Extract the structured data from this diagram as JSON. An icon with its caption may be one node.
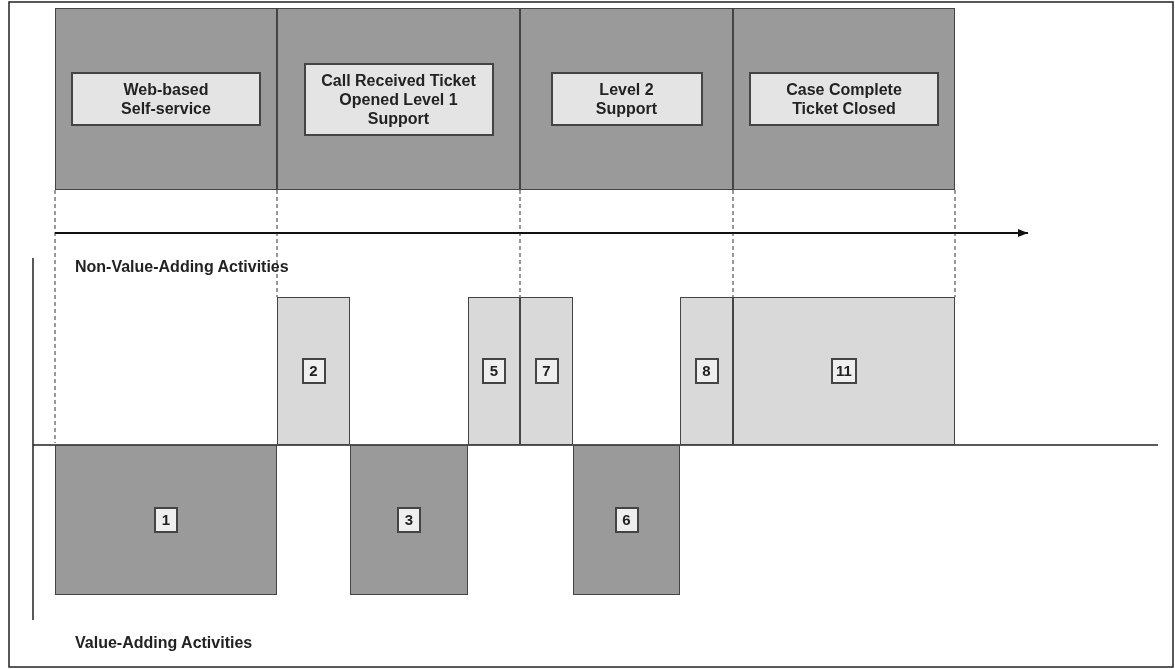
{
  "diagram": {
    "nodes": [
      {
        "text": [
          "Web-based Self-service"
        ]
      },
      {
        "text": [
          "Call Received Ticket Opened Level 1 Support"
        ]
      },
      {
        "text": [
          "Level 2 Support"
        ]
      },
      {
        "text": [
          "Case Complete Ticket Closed"
        ]
      },
      {
        "text": [
          "1"
        ]
      },
      {
        "text": [
          "2"
        ]
      },
      {
        "text": [
          "3"
        ]
      },
      {
        "text": [
          "5"
        ]
      },
      {
        "text": [
          "6"
        ]
      },
      {
        "text": [
          "7"
        ]
      },
      {
        "text": [
          "8"
        ]
      },
      {
        "text": [
          "11"
        ]
      }
    ],
    "labels": [
      "Non-Value-Adding Activities",
      "Value-Adding Activities"
    ]
  }
}
